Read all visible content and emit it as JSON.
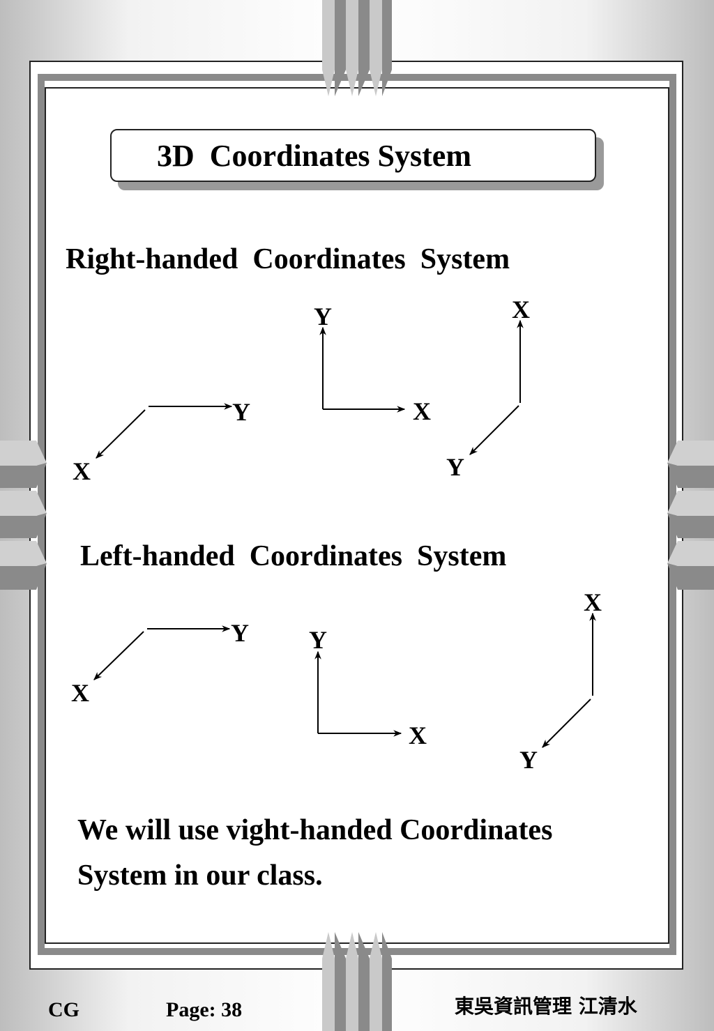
{
  "slide": {
    "title": "3D  Coordinates System",
    "right_handed_heading": "Right-handed  Coordinates  System",
    "left_handed_heading": "Left-handed  Coordinates  System",
    "note_line1": "We will use vight-handed Coordinates",
    "note_line2": "System in our class.",
    "axis_x": "X",
    "axis_y": "Y"
  },
  "footer": {
    "course": "CG",
    "page": "Page: 38",
    "author": "東吳資訊管理 江清水"
  }
}
